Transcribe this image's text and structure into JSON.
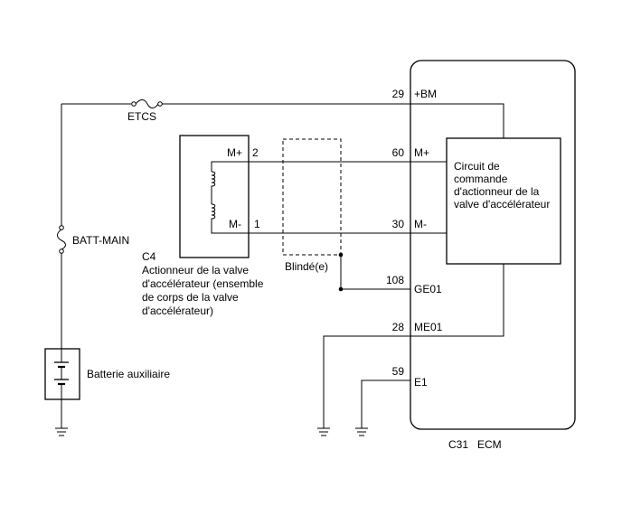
{
  "fuses": {
    "etcs": "ETCS",
    "batt_main": "BATT-MAIN"
  },
  "battery": {
    "label": "Batterie auxiliaire"
  },
  "actuator": {
    "connector": "C4",
    "description_lines": [
      "Actionneur de la valve",
      "d'accélérateur (ensemble",
      "de corps de la valve",
      "d'accélérateur)"
    ],
    "pins": [
      {
        "name": "M+",
        "number": "2"
      },
      {
        "name": "M-",
        "number": "1"
      }
    ]
  },
  "shield": {
    "label": "Blindé(e)"
  },
  "ecm": {
    "connector": "C31",
    "name": "ECM",
    "pins": [
      {
        "number": "29",
        "name": "+BM"
      },
      {
        "number": "60",
        "name": "M+"
      },
      {
        "number": "30",
        "name": "M-"
      },
      {
        "number": "108",
        "name": "GE01"
      },
      {
        "number": "28",
        "name": "ME01"
      },
      {
        "number": "59",
        "name": "E1"
      }
    ],
    "circuit_lines": [
      "Circuit de",
      "commande",
      "d'actionneur de la",
      "valve  d'accélérateur"
    ]
  }
}
